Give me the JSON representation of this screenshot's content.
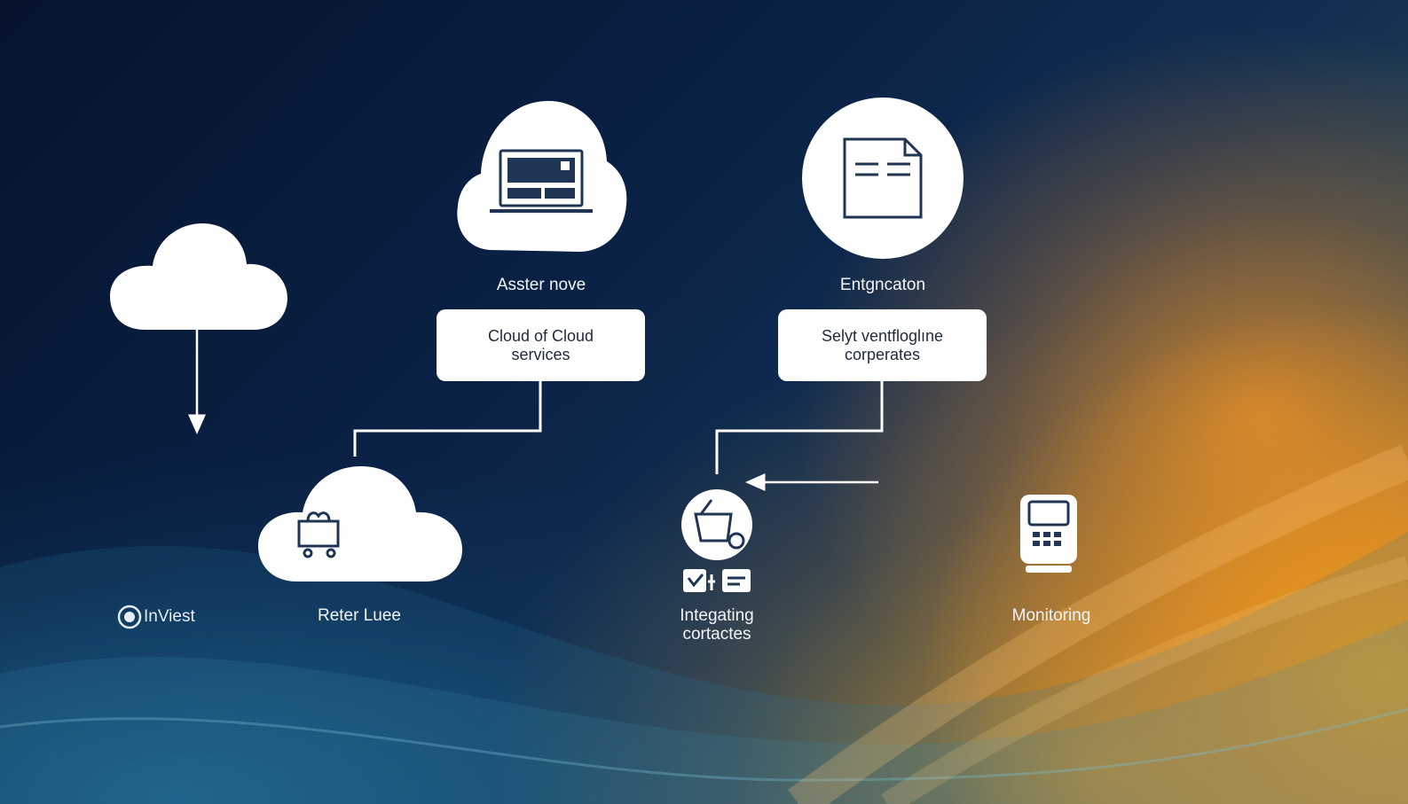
{
  "nodes": {
    "top_left": {
      "label": "Asster nove",
      "box_line1": "Cloud of Cloud",
      "box_line2": "services"
    },
    "top_right": {
      "label": "Entgncaton",
      "box_line1": "Selyt ventfloglıne",
      "box_line2": "corperates"
    },
    "bottom_cloud": {
      "label": "Reter Luee"
    },
    "bottom_center": {
      "label_line1": "Integating",
      "label_line2": "cortactes"
    },
    "bottom_right": {
      "label": "Monitoring"
    },
    "brand": {
      "label": "InViest"
    }
  },
  "colors": {
    "node_fill": "#ffffff",
    "icon_stroke": "#1f3553",
    "connector": "#ffffff"
  }
}
